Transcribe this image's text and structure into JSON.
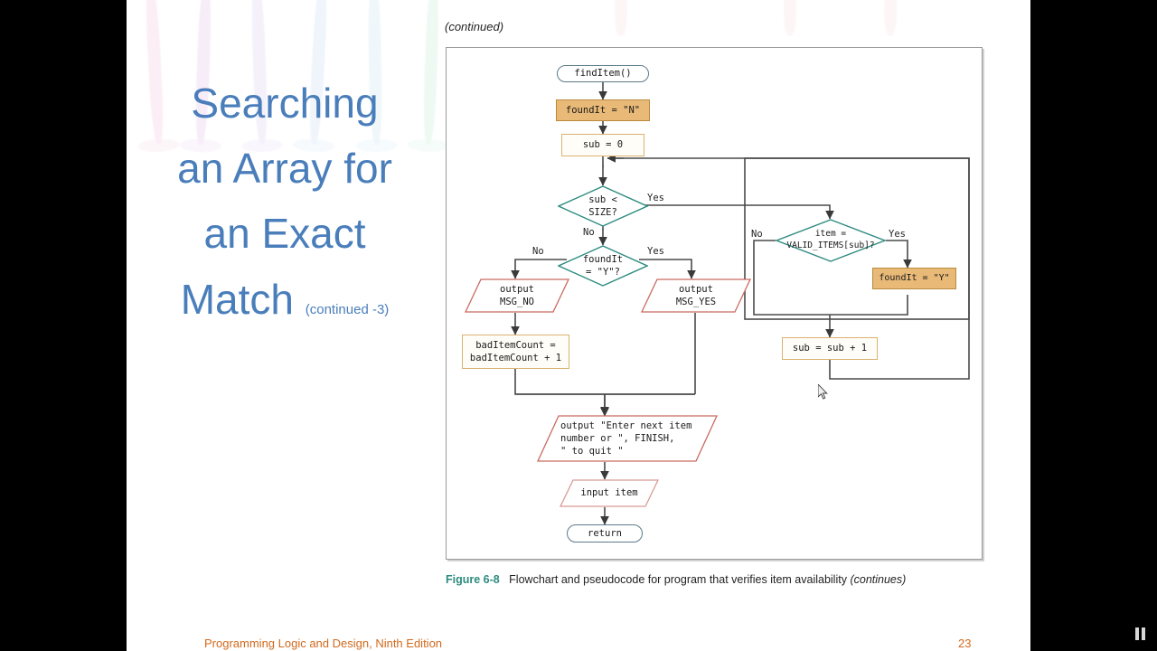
{
  "slide": {
    "title_lines": [
      "Searching",
      "an Array for",
      "an Exact",
      "Match"
    ],
    "title_suffix": "(continued -3)",
    "continued_label": "(continued)",
    "title_color": "#4a7ebb"
  },
  "figure": {
    "caption_label": "Figure 6-8",
    "caption_text": "Flowchart and pseudocode for program that verifies item availability",
    "caption_suffix": "(continues)",
    "caption_label_color": "#2e8b80"
  },
  "footer": {
    "book": "Programming Logic and Design, Ninth Edition",
    "page": "23",
    "color": "#d2691e"
  },
  "player": {
    "button": "pause-button"
  },
  "flowchart": {
    "colors": {
      "terminator_border": "#5d7b8a",
      "process_fill": "#e8b977",
      "process_border": "#b98a3c",
      "process_light_border": "#d9b271",
      "decision_border": "#2e8b80",
      "io_border": "#c96a60",
      "connector": "#4a4a4a"
    },
    "nodes": {
      "start": "findItem()",
      "found_n": "foundIt = \"N\"",
      "sub_zero": "sub = 0",
      "dec_size": "sub <\nSIZE?",
      "dec_found": "foundIt\n= \"Y\"?",
      "out_no": "output\nMSG_NO",
      "out_yes": "output\nMSG_YES",
      "bad_count": "badItemCount =\nbadItemCount + 1",
      "dec_valid": "item =\nVALID_ITEMS[sub]?",
      "found_y": "foundIt = \"Y\"",
      "sub_inc": "sub = sub + 1",
      "out_prompt": "output \"Enter next item\nnumber or \", FINISH,\n\" to quit \"",
      "in_item": "input item",
      "end": "return"
    },
    "branch_labels": {
      "size_yes": "Yes",
      "size_no": "No",
      "found_no": "No",
      "found_yes": "Yes",
      "valid_no": "No",
      "valid_yes": "Yes"
    }
  }
}
